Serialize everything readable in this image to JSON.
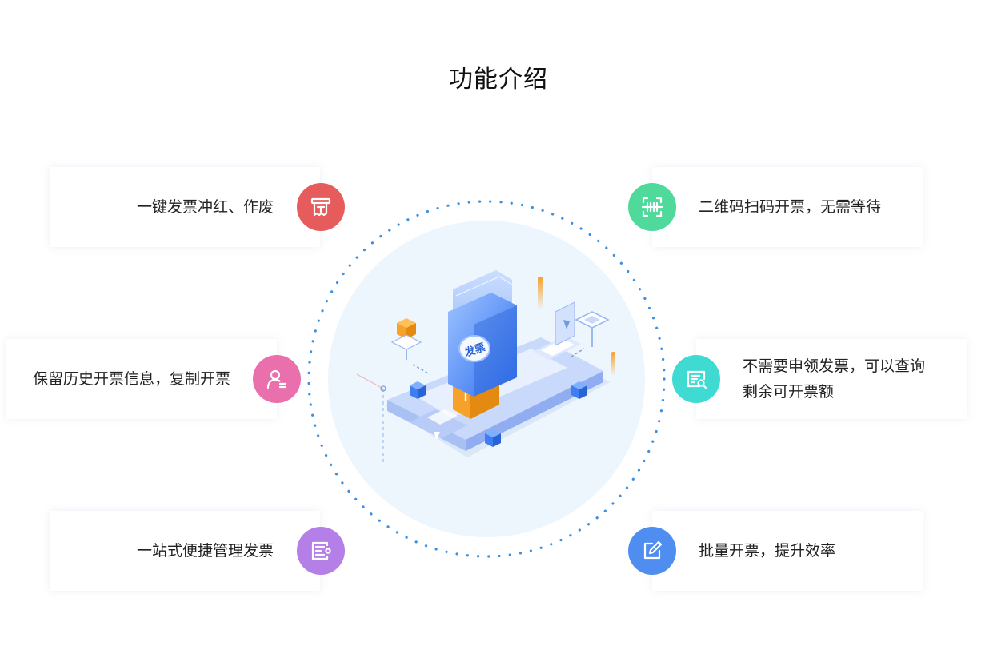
{
  "section": {
    "title": "功能介绍"
  },
  "features": {
    "void_invoice": "一键发票冲红、作废",
    "qr_invoice": "二维码扫码开票，无需等待",
    "history": "保留历史开票信息，复制开票",
    "query_line1": "不需要申领发票，可以查询",
    "query_line2": "剩余可开票额",
    "one_stop": "一站式便捷管理发票",
    "batch": "批量开票，提升效率"
  },
  "illustration": {
    "label": "发票"
  },
  "colors": {
    "red": "#e65c5c",
    "green": "#4fd99a",
    "pink": "#ea6fad",
    "cyan": "#3fdbd3",
    "purple": "#b57fe8",
    "blue": "#4f8ef0",
    "ring_dot": "#3d8fe0",
    "circle_bg": "#edf5fd"
  },
  "icons": {
    "void_invoice": "receipt-icon",
    "qr_invoice": "qr-scan-icon",
    "history": "user-list-icon",
    "query": "document-search-icon",
    "one_stop": "list-icon",
    "batch": "edit-icon"
  }
}
